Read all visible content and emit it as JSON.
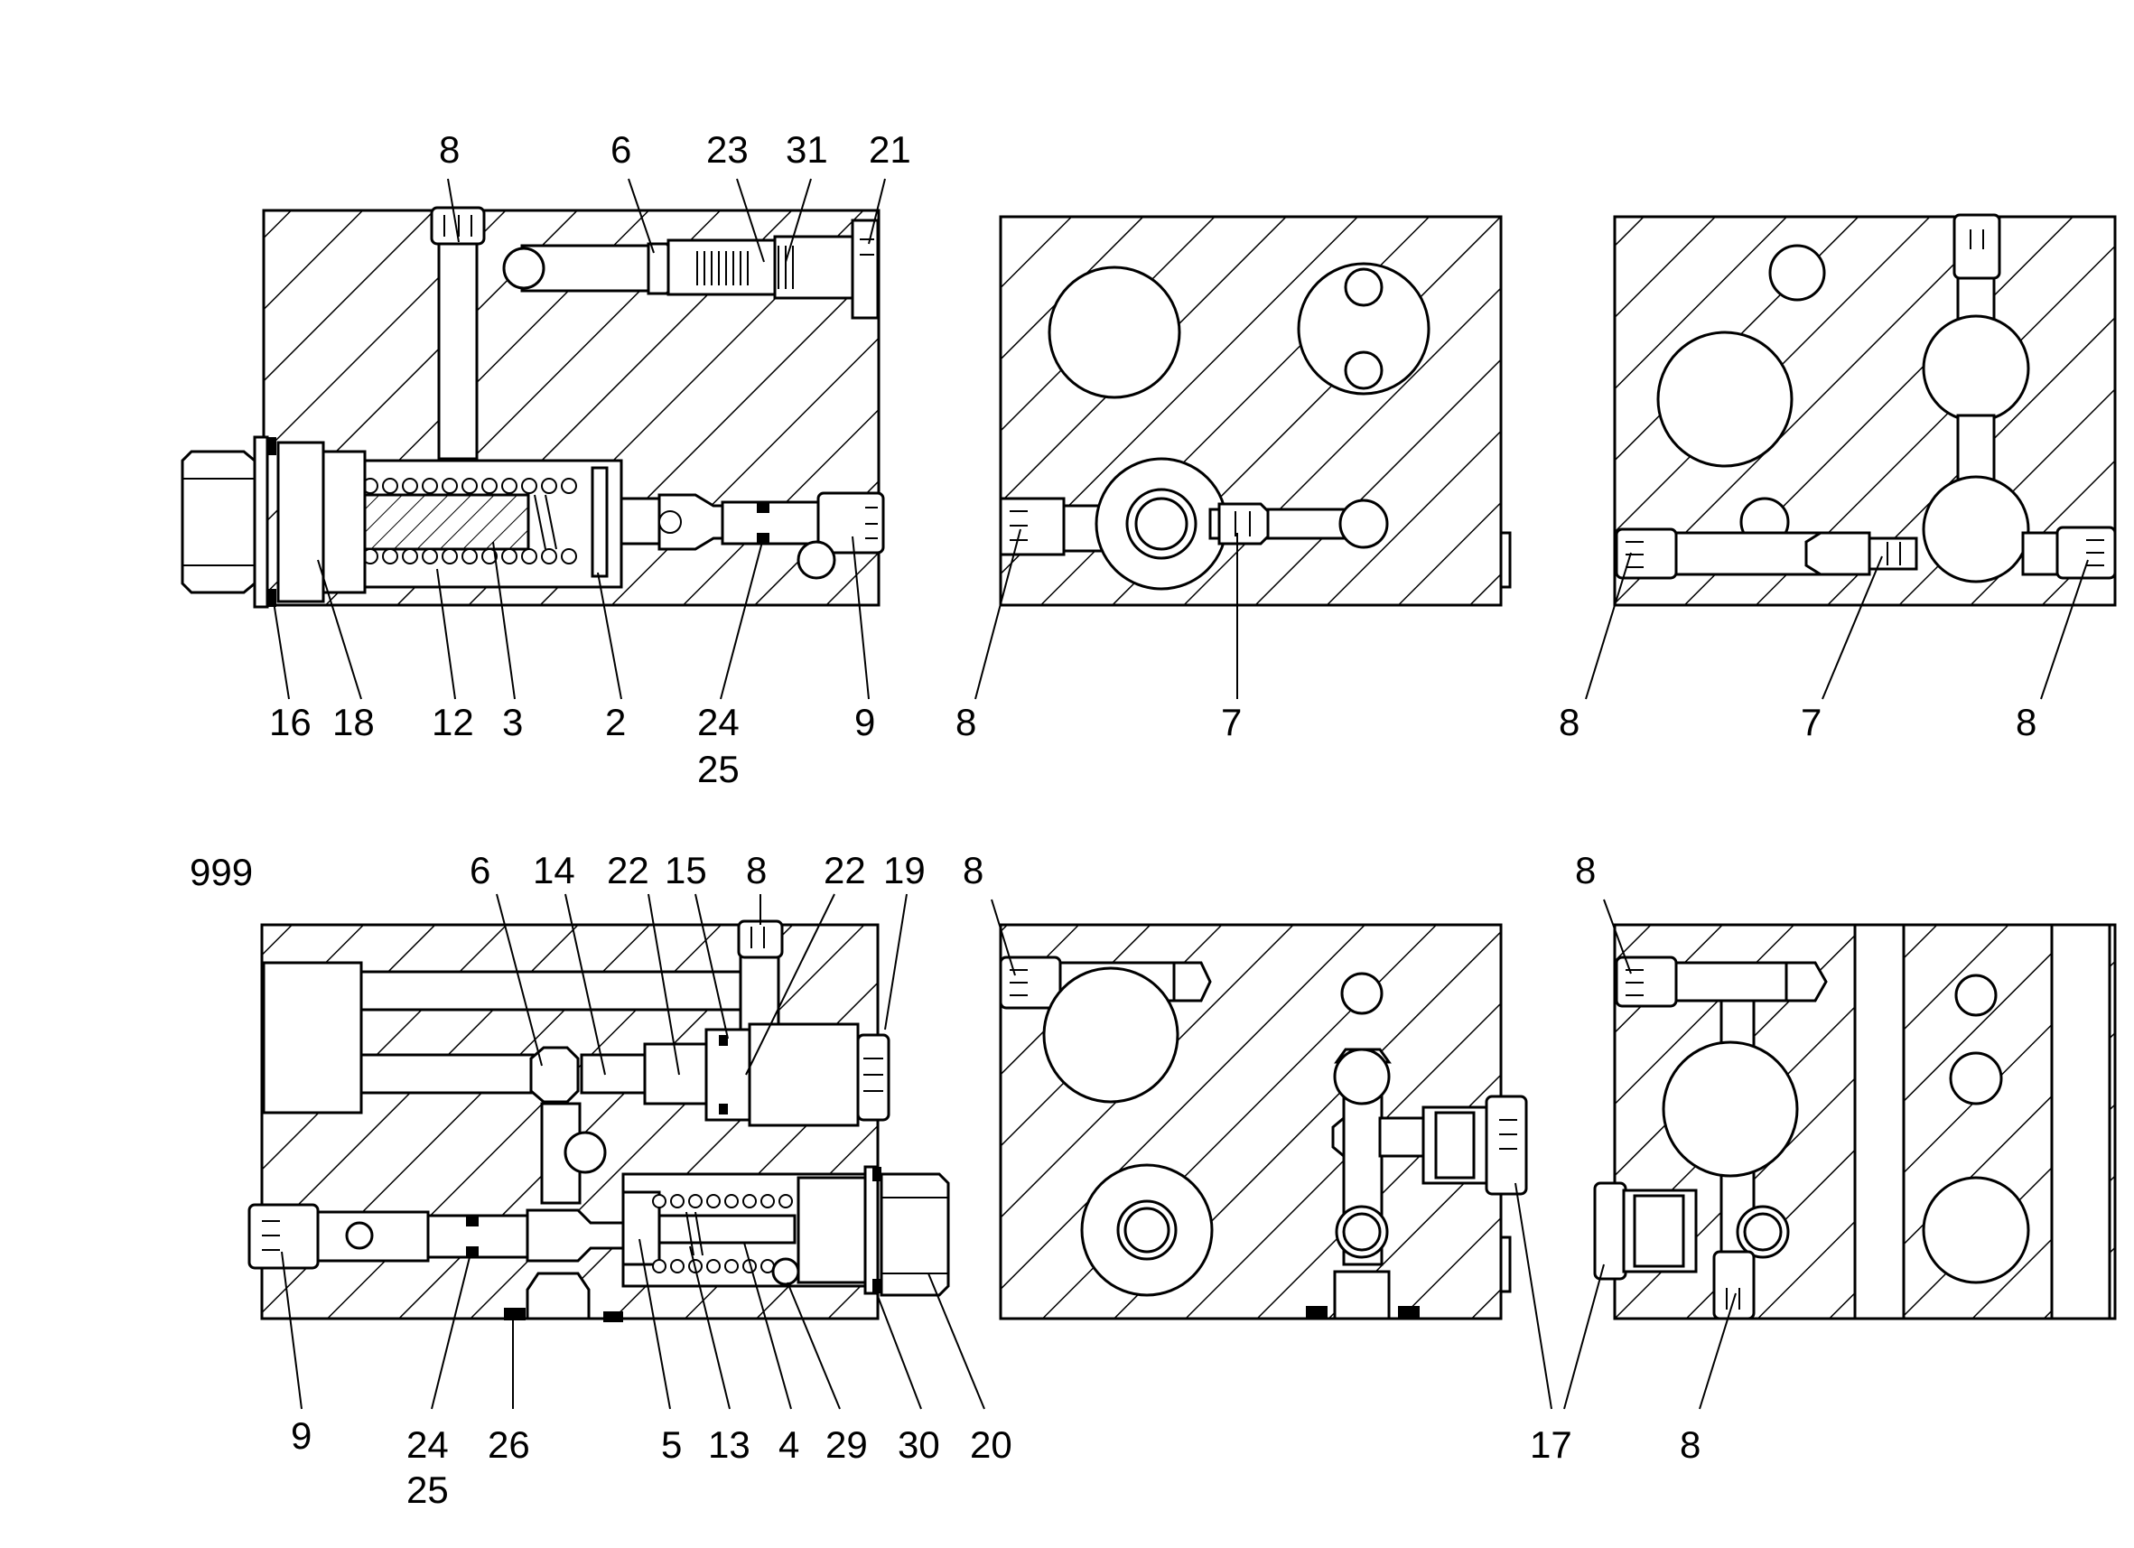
{
  "diagram": {
    "figure_number": "999",
    "views": [
      {
        "id": "top-left-section",
        "callouts": {
          "top": [
            "8",
            "6",
            "23",
            "31",
            "21"
          ],
          "bottom": [
            "16",
            "18",
            "12",
            "3",
            "2",
            "24",
            "25",
            "9"
          ]
        }
      },
      {
        "id": "top-middle-section",
        "callouts": {
          "bottom": [
            "8",
            "7"
          ]
        }
      },
      {
        "id": "top-right-section",
        "callouts": {
          "bottom": [
            "8",
            "7",
            "8"
          ]
        }
      },
      {
        "id": "bottom-left-section",
        "callouts": {
          "top": [
            "6",
            "14",
            "22",
            "15",
            "8",
            "22",
            "19"
          ],
          "bottom": [
            "9",
            "24",
            "25",
            "26",
            "5",
            "13",
            "4",
            "29",
            "30",
            "20"
          ]
        }
      },
      {
        "id": "bottom-middle-section",
        "callouts": {
          "top": [
            "8"
          ],
          "bottom": [
            "17"
          ]
        }
      },
      {
        "id": "bottom-right-section",
        "callouts": {
          "top": [
            "8"
          ],
          "bottom": [
            "8"
          ]
        }
      }
    ]
  }
}
